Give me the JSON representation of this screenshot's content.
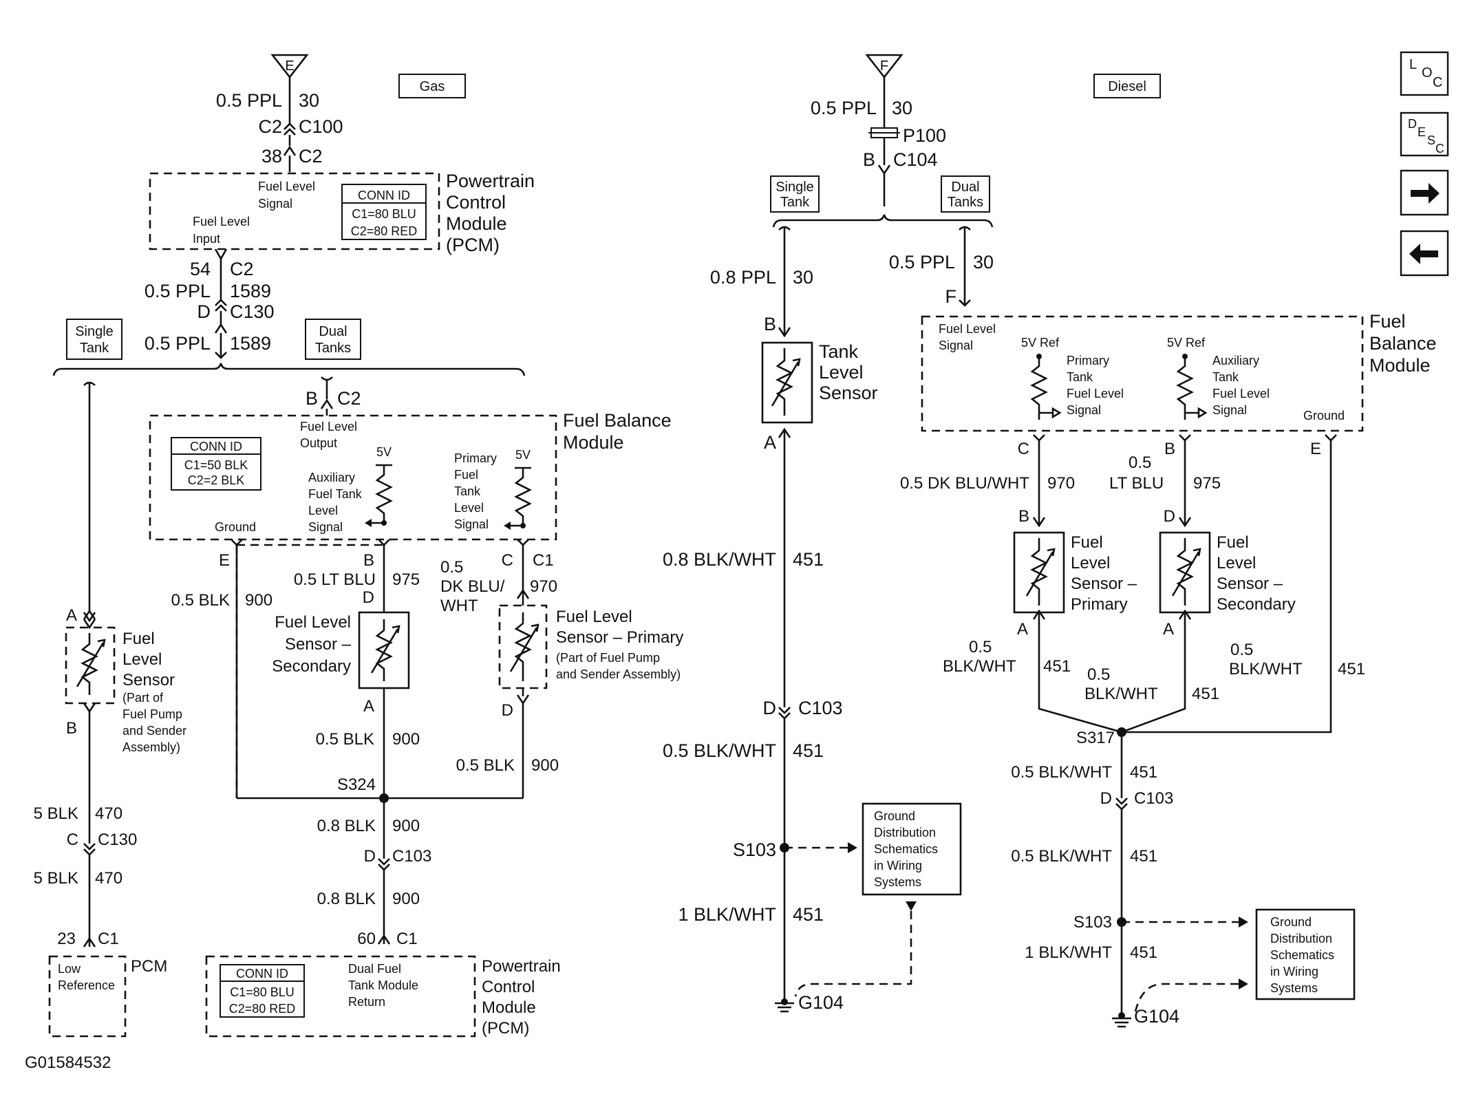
{
  "gas": {
    "title": "Gas",
    "top": {
      "terminal": "E",
      "wire": "0.5 PPL",
      "circuit": "30",
      "c2": "C2",
      "c100": "C100",
      "pin38": "38",
      "c2b": "C2"
    },
    "pcm_top": {
      "name": [
        "Powertrain",
        "Control",
        "Module",
        "(PCM)"
      ],
      "signal": [
        "Fuel Level",
        "Signal"
      ],
      "input": [
        "Fuel Level",
        "Input"
      ],
      "conn": [
        "CONN ID",
        "C1=80 BLU",
        "C2=80 RED"
      ]
    },
    "below_pcm": {
      "pin54": "54",
      "c2": "C2",
      "wire": "0.5 PPL",
      "circuit": "1589",
      "d": "D",
      "c130": "C130",
      "wire2": "0.5 PPL",
      "circuit2": "1589"
    },
    "single_tank": [
      "Single",
      "Tank"
    ],
    "dual_tanks": [
      "Dual",
      "Tanks"
    ],
    "fbm": {
      "b": "B",
      "c2": "C2",
      "name": [
        "Fuel Balance",
        "Module"
      ],
      "output": [
        "Fuel Level",
        "Output"
      ],
      "conn": [
        "CONN ID",
        "C1=50 BLK",
        "C2=2 BLK"
      ],
      "v5a": "5V",
      "v5b": "5V",
      "aux": [
        "Auxiliary",
        "Fuel Tank",
        "Level",
        "Signal"
      ],
      "prim": [
        "Primary",
        "Fuel",
        "Tank",
        "Level",
        "Signal"
      ],
      "ground": "Ground"
    },
    "pins": {
      "e": "E",
      "b": "B",
      "c": "C",
      "c1": "C1",
      "d": "D",
      "a": "A",
      "d2": "D"
    },
    "wires": {
      "blk900": "0.5 BLK",
      "c900": "900",
      "ltblu": "0.5 LT BLU",
      "c975": "975",
      "dkblu": [
        "0.5",
        "DK BLU/",
        "WHT"
      ],
      "c970": "970",
      "blk900b": "0.5 BLK",
      "c900b": "900",
      "blk900c": "0.5 BLK",
      "c900c": "900",
      "s324": "S324",
      "blk08a": "0.8 BLK",
      "c900d": "900",
      "d103": "D",
      "c103": "C103",
      "blk08b": "0.8 BLK",
      "c900e": "900",
      "pin60": "60",
      "c1": "C1"
    },
    "sensor_secondary": [
      "Fuel Level",
      "Sensor –",
      "Secondary"
    ],
    "sensor_primary": [
      "Fuel Level",
      "Sensor – Primary",
      "(Part of Fuel Pump",
      "and Sender Assembly)"
    ],
    "left": {
      "a": "A",
      "b": "B",
      "sensor": [
        "Fuel",
        "Level",
        "Sensor",
        "(Part of",
        "Fuel Pump",
        "and Sender",
        "Assembly)"
      ],
      "blk5a": "5 BLK",
      "c470a": "470",
      "c": "C",
      "c130": "C130",
      "blk5b": "5 BLK",
      "c470b": "470",
      "pin23": "23",
      "c1": "C1",
      "low_ref": [
        "Low",
        "Reference"
      ],
      "pcm": "PCM"
    },
    "pcm_bottom": {
      "conn": [
        "CONN ID",
        "C1=80 BLU",
        "C2=80 RED"
      ],
      "ret": [
        "Dual Fuel",
        "Tank Module",
        "Return"
      ],
      "name": [
        "Powertrain",
        "Control",
        "Module",
        "(PCM)"
      ]
    }
  },
  "diesel": {
    "title": "Diesel",
    "top": {
      "terminal": "F",
      "wire": "0.5 PPL",
      "circuit": "30",
      "p100": "P100",
      "b": "B",
      "c104": "C104"
    },
    "single_tank": [
      "Single",
      "Tank"
    ],
    "dual_tanks": [
      "Dual",
      "Tanks"
    ],
    "single": {
      "wire": "0.8 PPL",
      "circuit": "30",
      "b": "B",
      "a": "A",
      "sensor": [
        "Tank",
        "Level",
        "Sensor"
      ],
      "blkwht08": "0.8 BLK/WHT",
      "c451a": "451",
      "d": "D",
      "c103": "C103",
      "blkwht05": "0.5 BLK/WHT",
      "c451b": "451",
      "s103": "S103",
      "blkwht1": "1 BLK/WHT",
      "c451c": "451",
      "g104": "G104",
      "ground_dist": [
        "Ground",
        "Distribution",
        "Schematics",
        "in Wiring",
        "Systems"
      ]
    },
    "dual": {
      "wire": "0.5 PPL",
      "circuit": "30",
      "f": "F",
      "fbm_name": [
        "Fuel",
        "Balance",
        "Module"
      ],
      "signal": [
        "Fuel Level",
        "Signal"
      ],
      "ref1": "5V Ref",
      "ref2": "5V Ref",
      "prim": [
        "Primary",
        "Tank",
        "Fuel Level",
        "Signal"
      ],
      "aux": [
        "Auxiliary",
        "Tank",
        "Fuel Level",
        "Signal"
      ],
      "ground": "Ground",
      "c": "C",
      "bpin": "B",
      "e": "E",
      "dkblu": "0.5 DK BLU/WHT",
      "c970": "970",
      "ltblu": [
        "0.5",
        "LT BLU"
      ],
      "c975": "975",
      "b2": "B",
      "d2": "D",
      "a1": "A",
      "a2": "A",
      "sensor_primary": [
        "Fuel",
        "Level",
        "Sensor –",
        "Primary"
      ],
      "sensor_secondary": [
        "Fuel",
        "Level",
        "Sensor –",
        "Secondary"
      ],
      "bw1": [
        "0.5",
        "BLK/WHT"
      ],
      "c451a": "451",
      "bw2": [
        "0.5",
        "BLK/WHT"
      ],
      "c451b": "451",
      "bw3": [
        "0.5",
        "BLK/WHT"
      ],
      "c451c": "451",
      "s317": "S317",
      "bw4": "0.5 BLK/WHT",
      "c451d": "451",
      "d": "D",
      "c103": "C103",
      "bw5": "0.5 BLK/WHT",
      "c451e": "451",
      "s103": "S103",
      "bw6": "1 BLK/WHT",
      "c451f": "451",
      "g104": "G104",
      "ground_dist": [
        "Ground",
        "Distribution",
        "Schematics",
        "in Wiring",
        "Systems"
      ]
    }
  },
  "nav": {
    "loc": [
      "L",
      "O",
      "C"
    ],
    "desc": [
      "D",
      "E",
      "S",
      "C"
    ],
    "next": "➔",
    "prev": "⬅"
  },
  "figure_id": "G01584532"
}
